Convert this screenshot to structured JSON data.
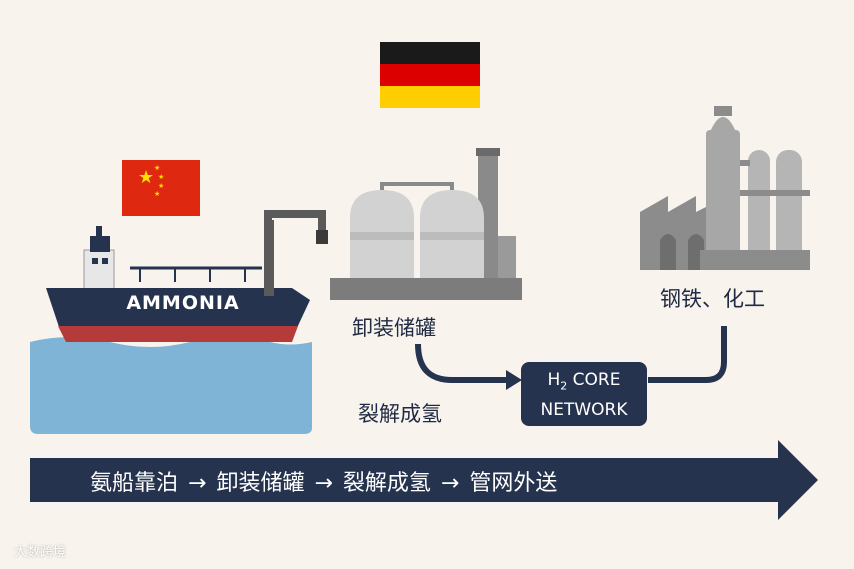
{
  "ship": {
    "label": "AMMONIA"
  },
  "terminal": {
    "label": "卸装储罐"
  },
  "cracking": {
    "label": "裂解成氢"
  },
  "industry": {
    "label": "钢铁、化工"
  },
  "network": {
    "line1_main": "H",
    "line1_sub": "2",
    "line1_rest": " CORE",
    "line2": "NETWORK"
  },
  "process_banner": {
    "steps": [
      "氨船靠泊",
      "卸装储罐",
      "裂解成氢",
      "管网外送"
    ],
    "separator": "→"
  },
  "watermark": {
    "text": "大数跨境"
  },
  "flags": {
    "left": "china-flag",
    "right": "germany-flag"
  },
  "colors": {
    "navy": "#26334f",
    "water": "#7fb4d6",
    "hull_red": "#b53a3a",
    "gray": "#9c9c9c"
  }
}
